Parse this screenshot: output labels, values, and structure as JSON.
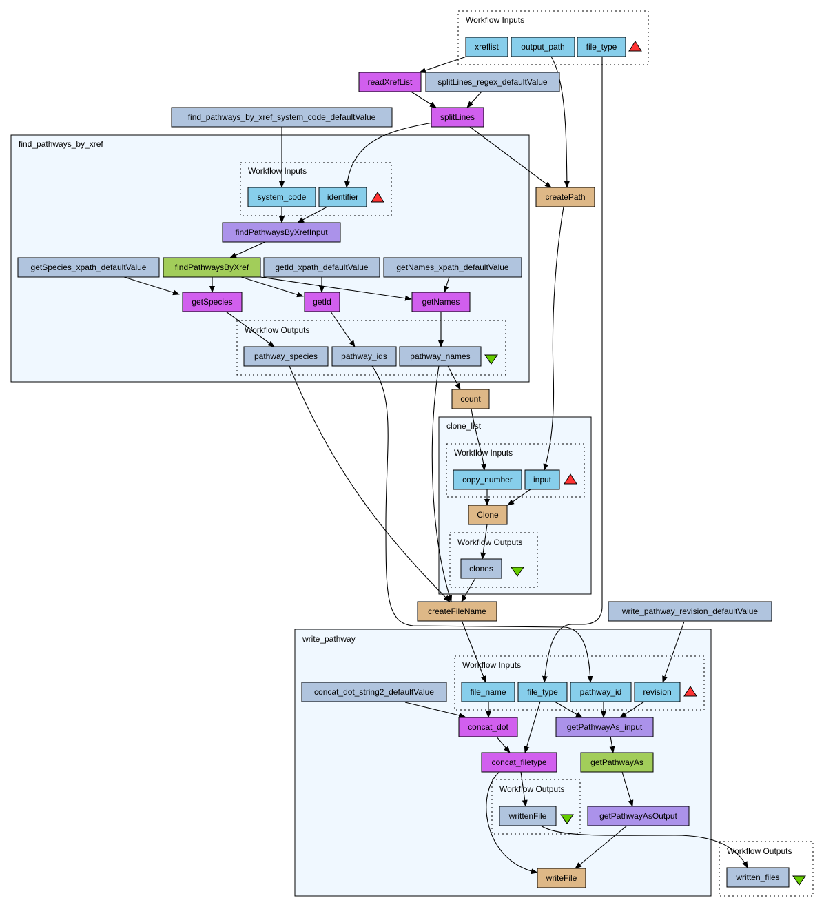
{
  "colors": {
    "input_port": "#87ceeb",
    "output_port": "#b0c4de",
    "default_value": "#b0c4de",
    "beanshell": "#d15fee",
    "local_worker": "#deb887",
    "wsdl": "#a2cd5a",
    "xml_splitter": "#ab92ea",
    "subworkflow_bg": "#f0f8ff",
    "inputs_marker": "#ff3333",
    "outputs_marker": "#66cd00"
  },
  "groups": {
    "top_inputs": "Workflow Inputs",
    "find_pathways": "find_pathways_by_xref",
    "find_inputs": "Workflow Inputs",
    "find_outputs": "Workflow Outputs",
    "clone_list": "clone_list",
    "clone_inputs": "Workflow Inputs",
    "clone_outputs": "Workflow Outputs",
    "write_pathway": "write_pathway",
    "write_inputs": "Workflow Inputs",
    "write_outputs": "Workflow Outputs",
    "main_outputs": "Workflow Outputs"
  },
  "nodes": {
    "xreflist": "xreflist",
    "output_path": "output_path",
    "file_type_top": "file_type",
    "readXrefList": "readXrefList",
    "splitLines_regex": "splitLines_regex_defaultValue",
    "find_system_code_default": "find_pathways_by_xref_system_code_defaultValue",
    "splitLines": "splitLines",
    "system_code": "system_code",
    "identifier": "identifier",
    "createPath": "createPath",
    "findPathwaysByXrefInput": "findPathwaysByXrefInput",
    "getSpecies_xpath": "getSpecies_xpath_defaultValue",
    "findPathwaysByXref": "findPathwaysByXref",
    "getId_xpath": "getId_xpath_defaultValue",
    "getNames_xpath": "getNames_xpath_defaultValue",
    "getSpecies": "getSpecies",
    "getId": "getId",
    "getNames": "getNames",
    "pathway_species": "pathway_species",
    "pathway_ids": "pathway_ids",
    "pathway_names": "pathway_names",
    "count": "count",
    "copy_number": "copy_number",
    "input": "input",
    "Clone": "Clone",
    "clones": "clones",
    "createFileName": "createFileName",
    "write_revision_default": "write_pathway_revision_defaultValue",
    "concat_dot_default": "concat_dot_string2_defaultValue",
    "file_name": "file_name",
    "file_type_write": "file_type",
    "pathway_id": "pathway_id",
    "revision": "revision",
    "concat_dot": "concat_dot",
    "getPathwayAs_input": "getPathwayAs_input",
    "concat_filetype": "concat_filetype",
    "getPathwayAs": "getPathwayAs",
    "writtenFile": "writtenFile",
    "getPathwayAsOutput": "getPathwayAsOutput",
    "writeFile": "writeFile",
    "written_files": "written_files"
  }
}
